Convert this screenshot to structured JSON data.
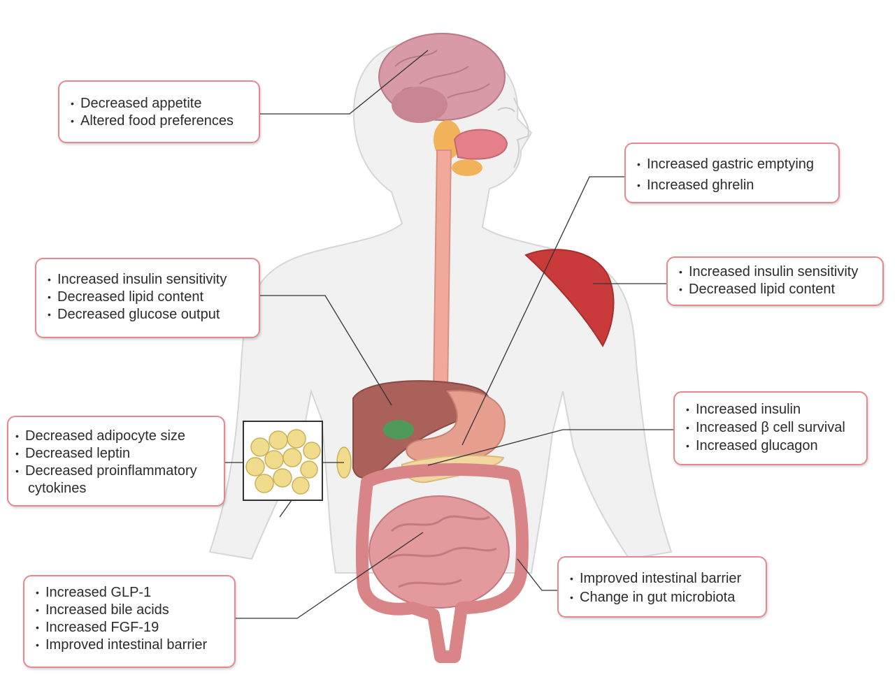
{
  "colors": {
    "box_border": "#e5898f",
    "body_fill": "#f1f1f1",
    "brain": "#d89aa6",
    "esophagus": "#f1a99c",
    "liver": "#a9615a",
    "stomach": "#e69f8e",
    "muscle": "#c93b3b",
    "intestine": "#e29a9d",
    "adipose": "#f0dc8c",
    "leader_line": "#333333"
  },
  "boxes": {
    "brain": {
      "items": [
        "Decreased appetite",
        "Altered food preferences"
      ]
    },
    "stomach": {
      "items": [
        "Increased gastric emptying",
        "Increased ghrelin"
      ]
    },
    "muscle": {
      "items": [
        "Increased insulin sensitivity",
        "Decreased lipid content"
      ]
    },
    "liver": {
      "items": [
        "Increased insulin sensitivity",
        "Decreased lipid content",
        "Decreased glucose output"
      ]
    },
    "pancreas": {
      "items": [
        "Increased insulin",
        "Increased β cell survival",
        "Increased glucagon"
      ]
    },
    "adipose": {
      "items": [
        "Decreased adipocyte size",
        "Decreased leptin",
        "Decreased proinflammatory",
        "cytokines"
      ]
    },
    "gut": {
      "items": [
        "Increased GLP-1",
        "Increased bile acids",
        "Increased FGF-19",
        "Improved intestinal barrier"
      ]
    },
    "colon": {
      "items": [
        "Improved intestinal barrier",
        "Change in gut microbiota"
      ]
    }
  }
}
